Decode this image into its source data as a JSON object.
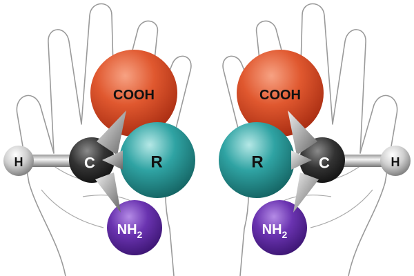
{
  "diagram": {
    "left_molecule": {
      "top": "COOH",
      "center": "C",
      "right": "R",
      "left": "H",
      "bottom_main": "NH",
      "bottom_sub": "2"
    },
    "right_molecule": {
      "top": "COOH",
      "center": "C",
      "left": "R",
      "right": "H",
      "bottom_main": "NH",
      "bottom_sub": "2"
    },
    "colors": {
      "cooh": "#e0582f",
      "r_group": "#2fa3a3",
      "carbon": "#333333",
      "hydrogen": "#cfcfcf",
      "amine": "#6a33b0",
      "hand_outline": "#9a9a9a"
    },
    "icons": [
      "left-hand-outline",
      "right-hand-outline"
    ]
  }
}
